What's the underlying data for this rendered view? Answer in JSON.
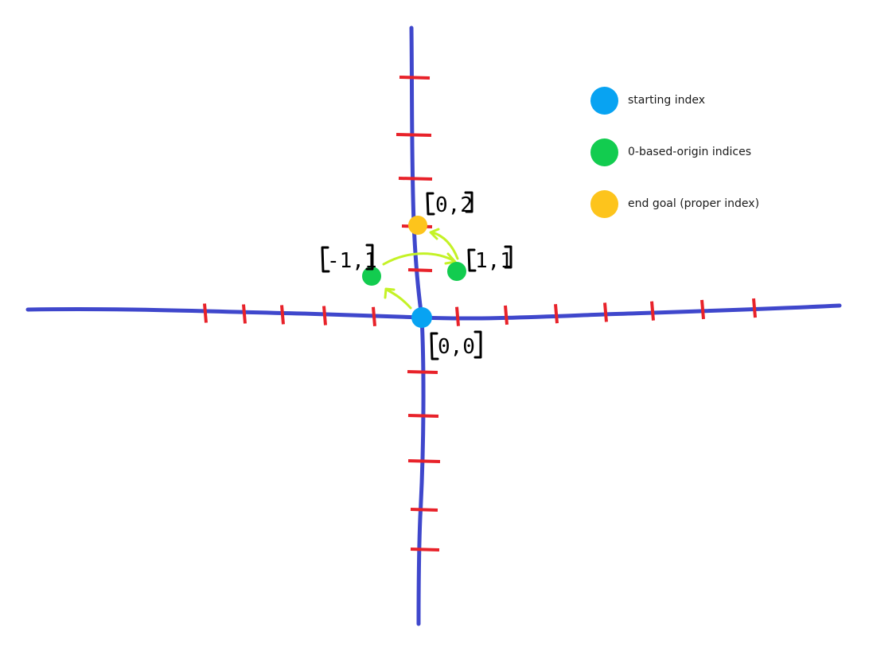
{
  "colors": {
    "axis": "#3f47cc",
    "tick": "#e8222a",
    "arrow": "#c4f226",
    "start": "#08a3f2",
    "zero_based": "#12cc4f",
    "goal": "#fdc41c"
  },
  "legend": [
    {
      "label": "starting index",
      "color_key": "start"
    },
    {
      "label": "0-based-origin indices",
      "color_key": "zero_based"
    },
    {
      "label": "end goal (proper index)",
      "color_key": "goal"
    }
  ],
  "points": {
    "start": {
      "label": "[0,0]",
      "text": "0,0",
      "color_key": "start"
    },
    "left": {
      "label": "[-1,1]",
      "text": "-1,1",
      "color_key": "zero_based"
    },
    "right": {
      "label": "[1,1]",
      "text": "1,1",
      "color_key": "zero_based"
    },
    "goal": {
      "label": "[0,2]",
      "text": "0,2",
      "color_key": "goal"
    }
  }
}
